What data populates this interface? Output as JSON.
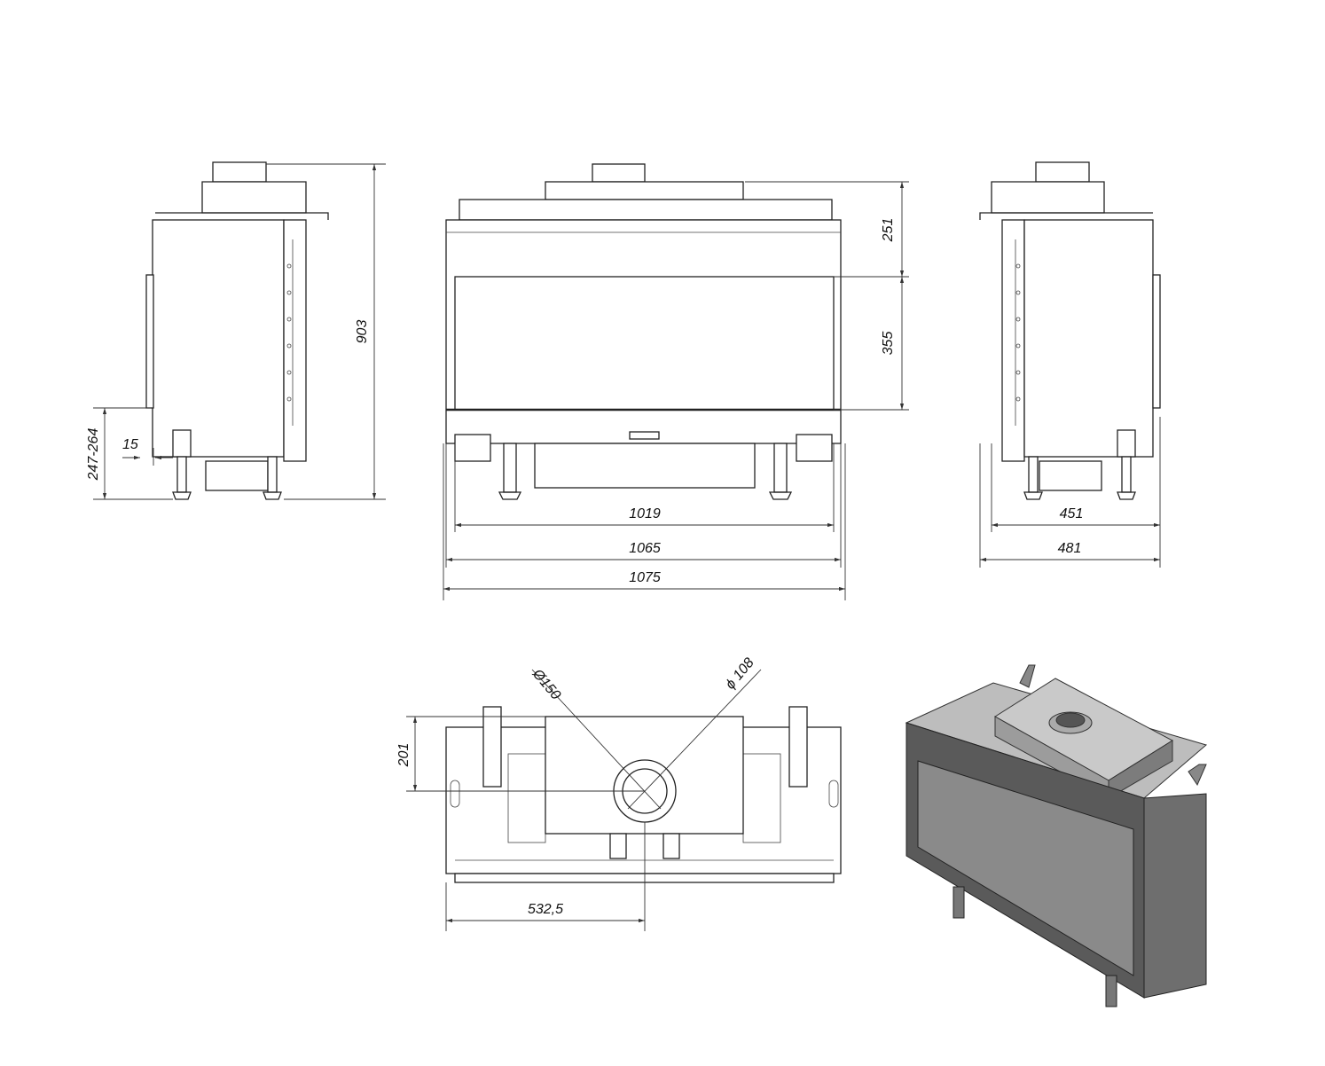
{
  "side_view_left": {
    "height_label": "903",
    "leg_height_label": "247-264",
    "offset_label": "15"
  },
  "front_view": {
    "top_section_label": "251",
    "glass_height_label": "355",
    "glass_width_label": "1019",
    "body_width_label": "1065",
    "total_width_label": "1075"
  },
  "side_view_right": {
    "inner_depth_label": "451",
    "total_depth_label": "481"
  },
  "top_view": {
    "outer_flue_diameter_label": "Ø150",
    "inner_flue_diameter_label": "ϕ 108",
    "flue_offset_label": "201",
    "flue_center_label": "532,5"
  },
  "colors": {
    "line": "#222222",
    "render_dark": "#5a5a5a",
    "render_light": "#cfcfcf",
    "glass": "#8a8a8a"
  }
}
